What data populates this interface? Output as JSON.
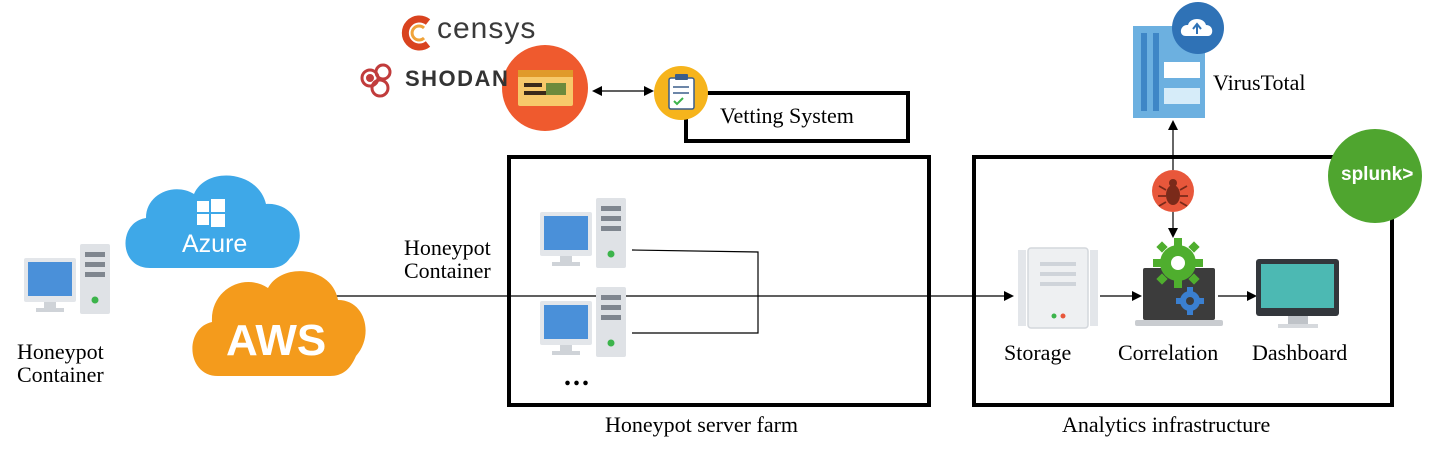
{
  "colors": {
    "azure": "#3ea8e8",
    "aws": "#f49b1c",
    "splunk": "#4fa52f",
    "censys": "#d9431f",
    "shodan": "#c13c3c",
    "vetting_scanner": "#ef5a2e",
    "vetting_clipboard": "#f6b41c",
    "virustotal": "#6cb0e0",
    "bug": "#e8573b",
    "gear_green": "#4fae2e",
    "gear_blue": "#3a7fd0",
    "monitor_screen": "#4cb9b3"
  },
  "brands": {
    "censys": "censys",
    "shodan": "SHODAN",
    "azure": "Azure",
    "aws": "AWS",
    "splunk": "splunk>"
  },
  "labels": {
    "honeypot_container_left": "Honeypot\nContainer",
    "honeypot_container_mid": "Honeypot\nContainer",
    "vetting_system": "Vetting System",
    "virustotal": "VirusTotal",
    "storage": "Storage",
    "correlation": "Correlation",
    "dashboard": "Dashboard",
    "honeypot_server_farm": "Honeypot server farm",
    "analytics_infrastructure": "Analytics infrastructure",
    "ellipsis": "..."
  },
  "icons": {
    "left_host": "desktop-server-icon",
    "farm_host": "desktop-server-icon",
    "storage": "storage-server-icon",
    "correlation": "laptop-gears-icon",
    "dashboard": "monitor-icon",
    "bug": "bug-icon",
    "virustotal": "server-cloud-upload-icon",
    "vetting": "scanner-icon",
    "clipboard": "clipboard-checklist-icon"
  }
}
